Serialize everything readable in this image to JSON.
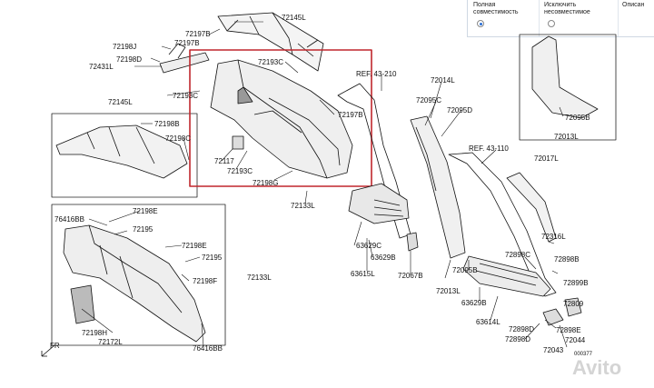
{
  "table": {
    "col1": "Полная совместимость",
    "col2": "Исключить несовместимое",
    "col3": "Описан"
  },
  "watermark": "Avito",
  "doc_code": "000377",
  "fr_mark": "FR",
  "colors": {
    "highlight_box": "#c0272d",
    "line": "#111111",
    "radio_on": "#2a6fd6"
  },
  "labels": {
    "l72145L_top": "72145L",
    "l72197B_a": "72197B",
    "l72198J": "72198J",
    "l72197B_b": "72197B",
    "l72431L": "72431L",
    "l72198D": "72198D",
    "l72193C_a": "72193C",
    "l72193C_b": "72193C",
    "l72197B_c": "72197B",
    "l72145L_mid": "72145L",
    "l72198B": "72198B",
    "l72198C": "72198C",
    "l72117": "72117",
    "l72193C_c": "72193C",
    "l72198G": "72198G",
    "l72133L_top": "72133L",
    "ref43_210": "REF. 43-210",
    "l72014L": "72014L",
    "l72095C": "72095C",
    "l72095D": "72095D",
    "ref43_110": "REF. 43-110",
    "l72017L": "72017L",
    "l72095B_right": "72095B",
    "l72013L_right": "72013L",
    "l72198E_a": "72198E",
    "l76416BB": "76416BB",
    "l72195_a": "72195",
    "l72198E_b": "72198E",
    "l72195_b": "72195",
    "l72198F": "72198F",
    "l72133L_bot": "72133L",
    "l72198H": "72198H",
    "l72172L": "72172L",
    "l76416BB_b": "76416BB",
    "l63629C": "63629C",
    "l63629B_a": "63629B",
    "l63615L": "63615L",
    "l72067B": "72067B",
    "l72013L_mid": "72013L",
    "l72095B_mid": "72095B",
    "l63629B_b": "63629B",
    "l63614L": "63614L",
    "l72898C": "72898C",
    "l72316L": "72316L",
    "l72898B": "72898B",
    "l72899B": "72899B",
    "l72898D": "72898D",
    "l72898E": "72898E",
    "l72044": "72044",
    "l72898D_b": "72898D",
    "l72043": "72043",
    "l72809": "72809"
  }
}
